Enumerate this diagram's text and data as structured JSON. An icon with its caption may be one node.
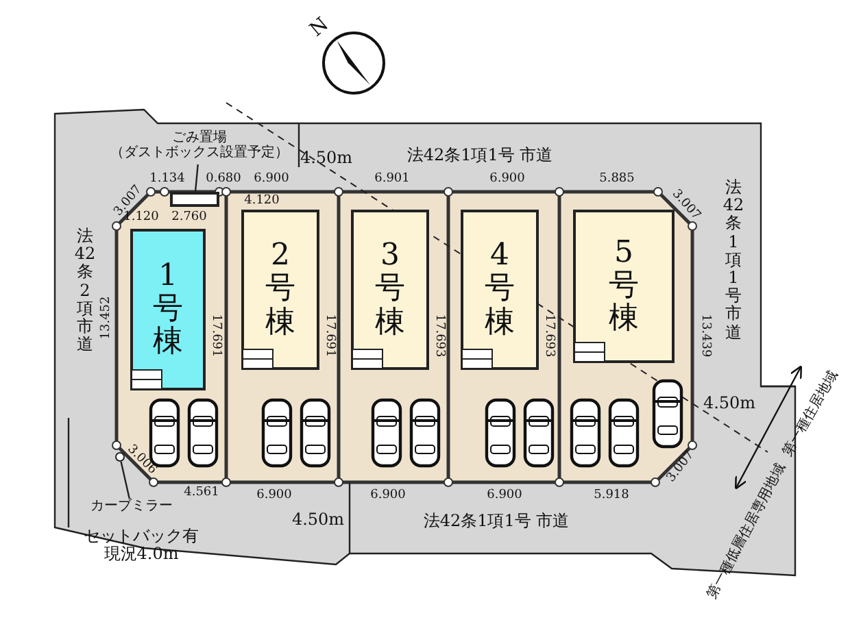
{
  "diagram": {
    "nodes": [
      {
        "text": [
          "1号棟"
        ]
      },
      {
        "text": [
          "2号棟"
        ]
      },
      {
        "text": [
          "3号棟"
        ]
      },
      {
        "text": [
          "4号棟"
        ]
      },
      {
        "text": [
          "5号棟"
        ]
      },
      {
        "text": [
          "ごみ置場",
          "（ダストボックス設置予定）"
        ]
      },
      {
        "text": [],
        "shape": "box"
      },
      {
        "text": [
          "カーブミラー"
        ]
      },
      {
        "text": [],
        "shape": "circle"
      },
      {
        "text": [
          "セットバック有",
          "現況4.0m"
        ]
      }
    ],
    "edges": [
      {
        "from": 5,
        "to": 6,
        "arrow": "none"
      },
      {
        "from": 7,
        "to": 8,
        "arrow": "none"
      },
      {
        "from": 9,
        "to": null,
        "arrow": "none"
      }
    ],
    "labels": [
      "N",
      "4.50m",
      "法42条1項1号 市道",
      "1.134",
      "0.680",
      "6.900",
      "6.901",
      "6.900",
      "5.885",
      "法42条1項1号市道",
      "3.007",
      "3.007",
      "4.120",
      "法42条2項市道",
      "1.120",
      "2.760",
      "13.452",
      "17.691",
      "17.691",
      "17.693",
      "17.693",
      "13.439",
      "4.50m",
      "第一種住居地域",
      "第一種低層住居専用地域",
      "3.006",
      "3.007",
      "4.561",
      "6.900",
      "6.900",
      "6.900",
      "5.918",
      "4.50m",
      "法42条1項1号 市道"
    ]
  }
}
